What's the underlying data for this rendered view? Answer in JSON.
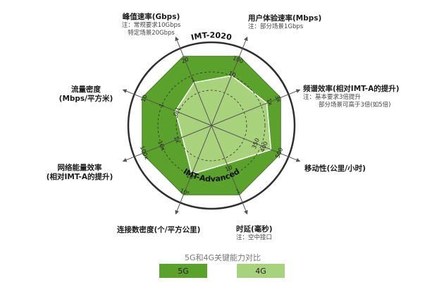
{
  "chart_data": {
    "type": "radar",
    "title": "",
    "legend_title": "5G和4G关键能力对比",
    "ring_labels": {
      "outer": "IMT-2020",
      "inner": "IMT-Advanced"
    },
    "axes": [
      {
        "id": "peak",
        "title": "峰值速率(Gbps)",
        "notes": [
          "注：常规要求10Gbps",
          "特定场景20Gbps"
        ],
        "tick_labels": [
          "1",
          "20"
        ],
        "fourg": 1,
        "fiveg": 20
      },
      {
        "id": "user",
        "title": "用户体验速率(Mbps)",
        "notes": [
          "注：部分场景1Gbps"
        ],
        "tick_labels": [
          "10",
          "100"
        ],
        "fourg": 10,
        "fiveg": 100
      },
      {
        "id": "spectrum",
        "title": "频谱效率(相对IMT-A的提升)",
        "notes": [
          "注：基本要求3倍提升",
          "部分场景可高于3倍(如5倍)"
        ],
        "tick_labels": [
          "1x",
          "3x"
        ],
        "fourg": 1,
        "fiveg": 3
      },
      {
        "id": "mobility",
        "title": "移动性(公里/小时)",
        "notes": [],
        "tick_labels": [
          "350",
          "400",
          "500"
        ],
        "fourg": 350,
        "fiveg": 500
      },
      {
        "id": "latency",
        "title": "时延(毫秒)",
        "notes": [
          "注：空中接口"
        ],
        "tick_labels": [
          "10",
          "1"
        ],
        "fourg": 10,
        "fiveg": 1
      },
      {
        "id": "connection",
        "title": "连接数密度(个/平方公里)",
        "notes": [],
        "tick_labels": [
          "10⁵",
          "10⁶"
        ],
        "fourg": 100000,
        "fiveg": 1000000
      },
      {
        "id": "energy",
        "title": "网络能量效率",
        "notes": [
          "(相对IMT-A的提升)"
        ],
        "tick_labels": [
          "1x",
          "10x",
          "100x"
        ],
        "fourg": 1,
        "fiveg": 100
      },
      {
        "id": "traffic",
        "title": "流量密度",
        "notes": [
          "(Mbps/平方米)"
        ],
        "tick_labels": [
          "0.1",
          "1",
          "10"
        ],
        "fourg": 0.1,
        "fiveg": 10
      }
    ],
    "series": [
      {
        "name": "5G",
        "color": "#5aa22c"
      },
      {
        "name": "4G",
        "color": "#a9d27c"
      }
    ],
    "grid": "dashed-circles"
  }
}
